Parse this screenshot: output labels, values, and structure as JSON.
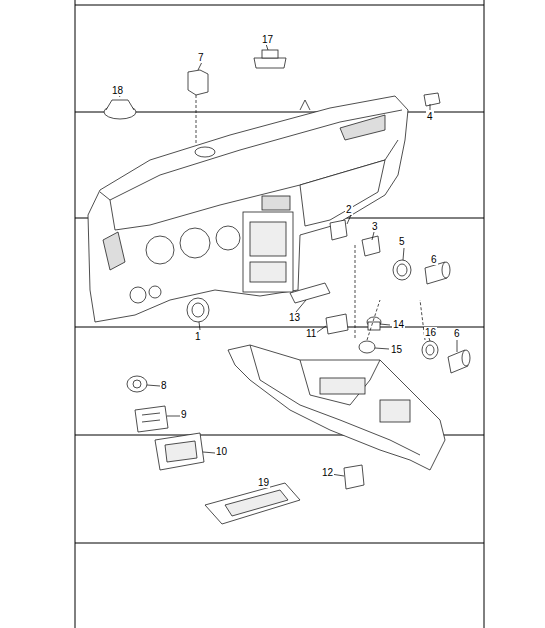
{
  "diagram": {
    "labels": [
      "17",
      "7",
      "18",
      "4",
      "2",
      "3",
      "5",
      "6",
      "13",
      "1",
      "11",
      "14",
      "16",
      "6",
      "15",
      "8",
      "9",
      "10",
      "12",
      "19"
    ]
  }
}
